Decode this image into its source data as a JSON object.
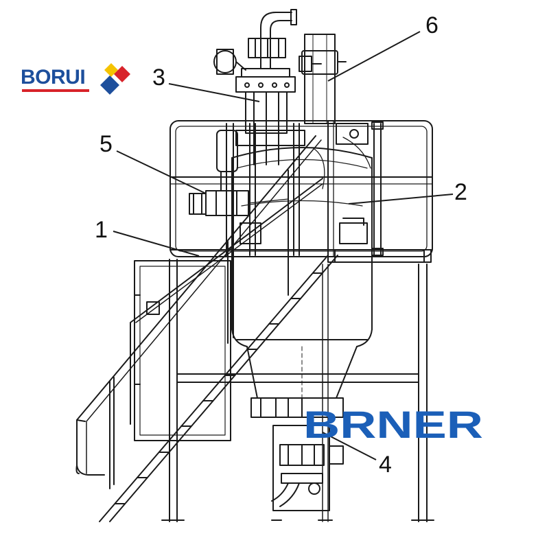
{
  "logos": {
    "left_brand": "BORUI",
    "right_brand": "BRNER",
    "colors": {
      "blue": "#1d4f9c",
      "red": "#d8232a",
      "yellow": "#f5c300",
      "brner_blue": "#1b5fb8"
    }
  },
  "callouts": [
    {
      "id": "1",
      "label": "1"
    },
    {
      "id": "2",
      "label": "2"
    },
    {
      "id": "3",
      "label": "3"
    },
    {
      "id": "4",
      "label": "4"
    },
    {
      "id": "5",
      "label": "5"
    },
    {
      "id": "6",
      "label": "6"
    }
  ]
}
